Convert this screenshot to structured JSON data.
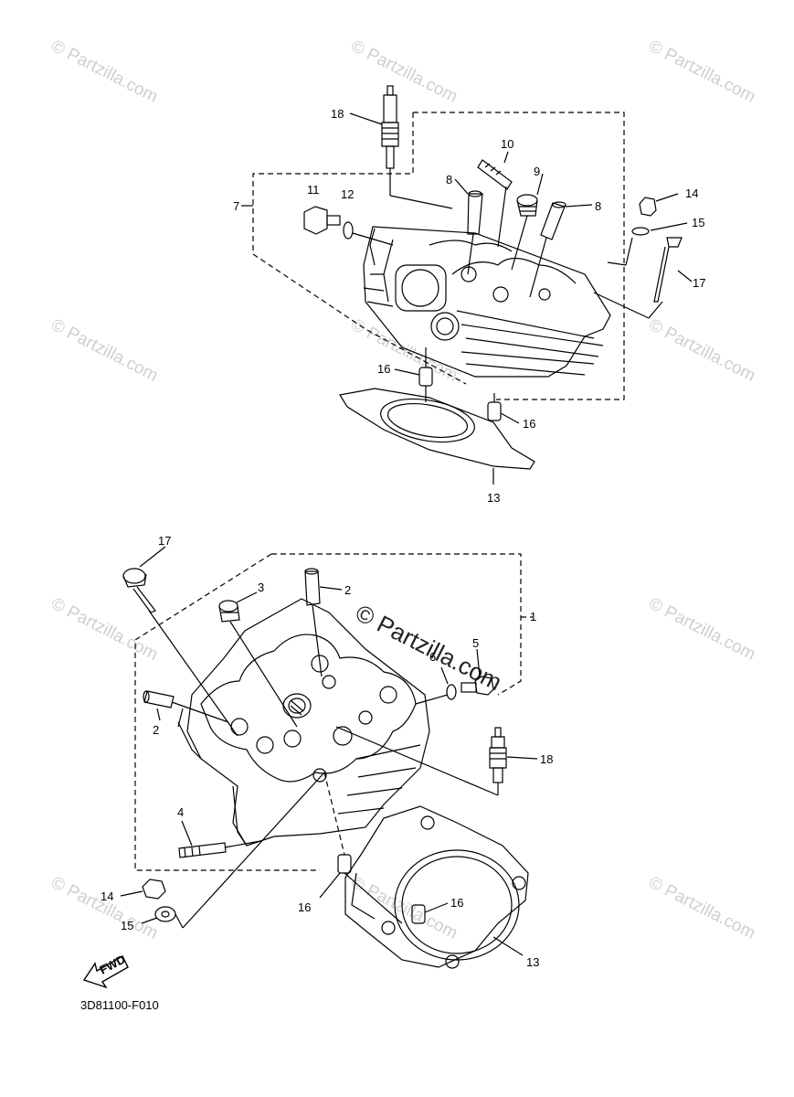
{
  "watermark": {
    "text": "© Partzilla.com"
  },
  "diagram_code": "3D81100-F010",
  "fwd_label": "FWD",
  "callouts": {
    "c18a": "18",
    "c10": "10",
    "c9": "9",
    "c8a": "8",
    "c8b": "8",
    "c11": "11",
    "c12": "12",
    "c7": "7",
    "c14a": "14",
    "c15a": "15",
    "c17a": "17",
    "c16a": "16",
    "c16b": "16",
    "c13a": "13",
    "c17b": "17",
    "c3": "3",
    "c2a": "2",
    "c1": "1",
    "c5": "5",
    "c6": "6",
    "c2b": "2",
    "c18b": "18",
    "c4": "4",
    "c14b": "14",
    "c15b": "15",
    "c16c": "16",
    "c16d": "16",
    "c13b": "13"
  },
  "colors": {
    "line": "#000000",
    "watermark": "#cfcfcf"
  }
}
